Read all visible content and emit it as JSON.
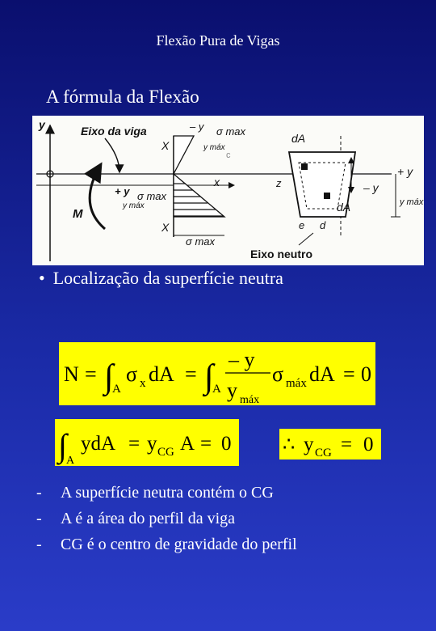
{
  "slide": {
    "title": "Flexão Pura de Vigas",
    "subtitle": "A fórmula da Flexão",
    "bullet": "Localização da superfície neutra"
  },
  "figure": {
    "labels": {
      "beam_axis": "Eixo da viga",
      "neutral_axis": "Eixo neutro",
      "sigma_max_top": "σ max",
      "y_max_frac": "y máx",
      "x": "x",
      "X": "X",
      "y": "y",
      "plus_y": "+ y",
      "minus_y": "– y",
      "M": "M",
      "z": "z",
      "dA": "dA",
      "e": "e",
      "d": "d",
      "c": "c",
      "y_max": "y máx"
    }
  },
  "equations": {
    "eq1": {
      "N": "N",
      "eq": "=",
      "int": "∫",
      "A": "A",
      "sigma": "σ",
      "sub_x": "x",
      "dA": "dA",
      "neg_y": "– y",
      "y": "y",
      "sub_max": "máx",
      "zero": "0"
    },
    "eq2": {
      "int": "∫",
      "A": "A",
      "ydA": "ydA",
      "eq": "=",
      "y": "y",
      "sub_cg": "CG",
      "A2": "A",
      "zero": "0"
    },
    "eq3": {
      "therefore": "∴",
      "y": "y",
      "sub_cg": "CG",
      "eq": "=",
      "zero": "0"
    }
  },
  "notes": [
    {
      "dash": "-",
      "text": "A superfície neutra contém o CG"
    },
    {
      "dash": "-",
      "text": "A é a área do perfil da viga"
    },
    {
      "dash": "-",
      "text": "CG é o centro de gravidade do perfil"
    }
  ]
}
